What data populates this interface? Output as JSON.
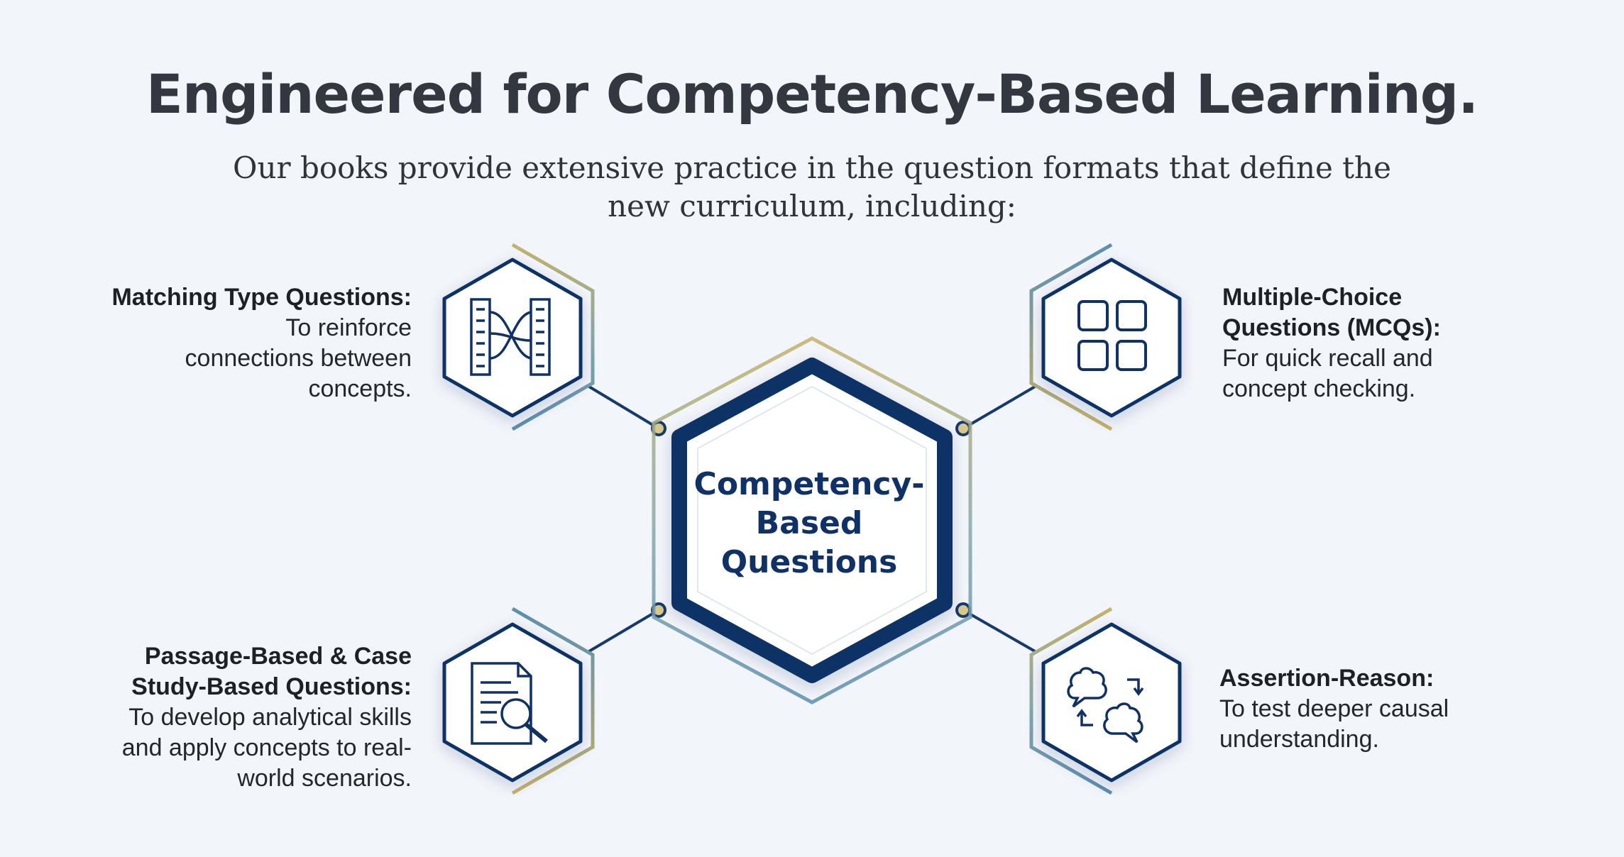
{
  "title": "Engineered for Competency-Based Learning.",
  "subtitle": "Our books provide extensive practice in the question formats that define the new curriculum, including:",
  "center": {
    "line1": "Competency-",
    "line2": "Based",
    "line3": "Questions"
  },
  "items": {
    "matching": {
      "heading": "Matching Type Questions:",
      "desc1": "To reinforce",
      "desc2": "connections between",
      "desc3": "concepts.",
      "icon": "matching-columns-icon"
    },
    "mcq": {
      "heading1": "Multiple-Choice",
      "heading2": "Questions (MCQs):",
      "desc1": "For quick recall and",
      "desc2": "concept checking.",
      "icon": "grid-options-icon"
    },
    "passage": {
      "heading1": "Passage-Based & Case",
      "heading2": "Study-Based Questions:",
      "desc1": "To develop analytical skills",
      "desc2": "and apply concepts to real-",
      "desc3": "world scenarios.",
      "icon": "document-search-icon"
    },
    "assertion": {
      "heading": "Assertion-Reason:",
      "desc1": "To test deeper causal",
      "desc2": "understanding.",
      "icon": "speech-bubbles-exchange-icon"
    }
  },
  "colors": {
    "navy": "#0f3166",
    "gold": "#b6a354",
    "teal": "#5b8fb0",
    "text": "#333740",
    "background": "#f2f5f9"
  }
}
